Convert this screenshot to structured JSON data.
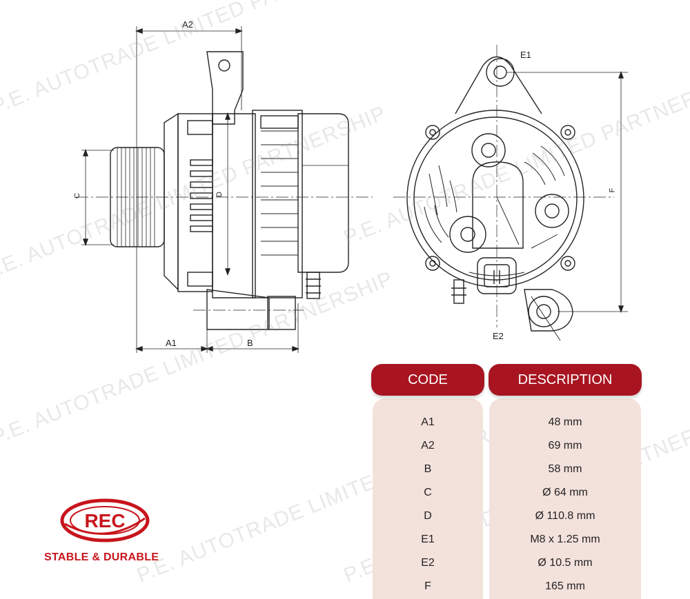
{
  "watermark": "P.E. AUTOTRADE LIMITED PARTNERSHIP",
  "dimensions": {
    "a1": "A1",
    "a2": "A2",
    "b": "B",
    "c": "C",
    "d": "D",
    "e1": "E1",
    "e2": "E2",
    "f": "F"
  },
  "table": {
    "header_code": "CODE",
    "header_description": "DESCRIPTION",
    "rows": [
      {
        "code": "A1",
        "description": "48 mm"
      },
      {
        "code": "A2",
        "description": "69 mm"
      },
      {
        "code": "B",
        "description": "58 mm"
      },
      {
        "code": "C",
        "description": "Ø 64 mm"
      },
      {
        "code": "D",
        "description": "Ø 110.8 mm"
      },
      {
        "code": "E1",
        "description": "M8 x 1.25 mm"
      },
      {
        "code": "E2",
        "description": "Ø 10.5 mm"
      },
      {
        "code": "F",
        "description": "165 mm"
      }
    ]
  },
  "brand": {
    "logo_text": "REC",
    "slogan": "STABLE & DURABLE",
    "color": "#c8141c"
  },
  "colors": {
    "header": "#a81521",
    "column_background": "#f3e1dc"
  }
}
